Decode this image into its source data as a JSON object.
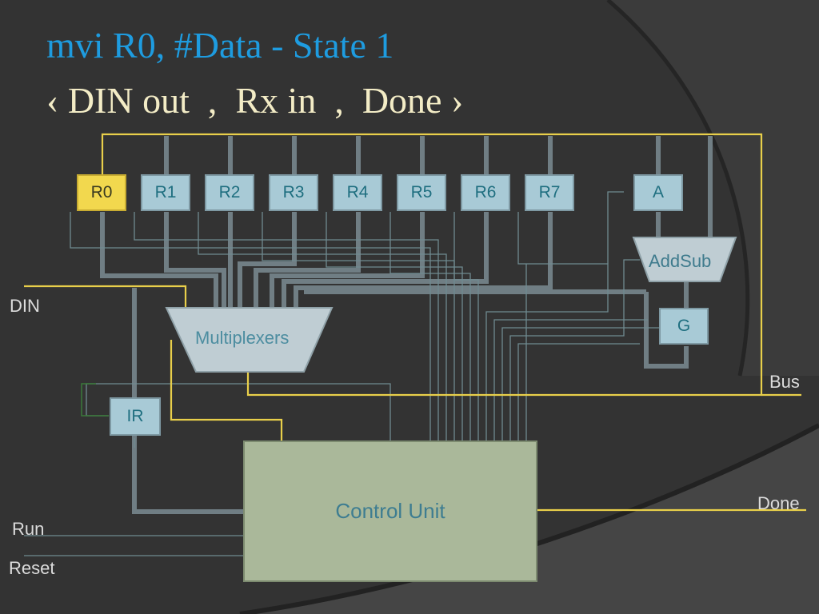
{
  "slide": {
    "title": "mvi R0, #Data  - State 1",
    "subtitle": "‹ DIN out  ,  Rx in  ,  Done ›"
  },
  "registers": [
    "R0",
    "R1",
    "R2",
    "R3",
    "R4",
    "R5",
    "R6",
    "R7"
  ],
  "active_register": "R0",
  "units": {
    "a": "A",
    "addsub": "AddSub",
    "g": "G",
    "ir": "IR",
    "mux": "Multiplexers",
    "control": "Control Unit"
  },
  "signals": {
    "din": "DIN",
    "bus": "Bus",
    "done": "Done",
    "run": "Run",
    "reset": "Reset"
  },
  "colors": {
    "background": "#333333",
    "title": "#1e9ce0",
    "subtitle": "#f3ecc6",
    "active_path": "#e8cf4a",
    "register": "#a8cad6",
    "active_register": "#f2d84e",
    "control_unit": "#aab89a"
  }
}
